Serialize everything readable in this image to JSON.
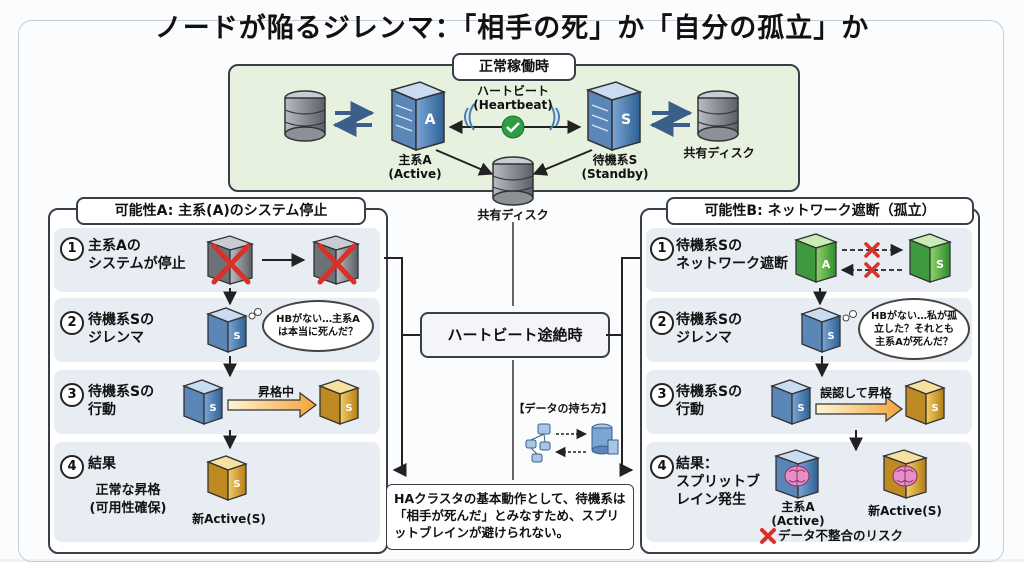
{
  "title": "ノードが陥るジレンマ：「相手の死」か「自分の孤立」か",
  "normal": {
    "header": "正常稼働時",
    "heartbeat_label_1": "ハートビート",
    "heartbeat_label_2": "(Heartbeat)",
    "primary_label_1": "主系A",
    "primary_label_2": "(Active)",
    "standby_label_1": "待機系S",
    "standby_label_2": "(Standby)",
    "shared_disk_right": "共有ディスク",
    "shared_disk_bottom": "共有ディスク",
    "node_a_letter": "A",
    "node_s_letter": "S"
  },
  "center": {
    "heartbeat_lost": "ハートビート途絶時",
    "data_caption": "【データの持ち方】",
    "note": "HAクラスタの基本動作として、待機系は「相手が死んだ」とみなすため、スプリットブレインが避けられない。"
  },
  "left": {
    "header": "可能性A: 主系(A)のシステム停止",
    "steps": [
      {
        "num": "1",
        "line1": "主系Aの",
        "line2": "システムが停止"
      },
      {
        "num": "2",
        "line1": "待機系Sの",
        "line2": "ジレンマ"
      },
      {
        "num": "3",
        "line1": "待機系Sの",
        "line2": "行動"
      },
      {
        "num": "4",
        "line1": "結果",
        "line2": ""
      }
    ],
    "bubble": "HBがない…主系Aは本当に死んだ？",
    "promote_label": "昇格中",
    "result_line1": "正常な昇格",
    "result_line2": "(可用性確保)",
    "new_active": "新Active(S)"
  },
  "right": {
    "header": "可能性B: ネットワーク遮断（孤立）",
    "steps": [
      {
        "num": "1",
        "line1": "待機系Sの",
        "line2": "ネットワーク遮断"
      },
      {
        "num": "2",
        "line1": "待機系Sの",
        "line2": "ジレンマ"
      },
      {
        "num": "3",
        "line1": "待機系Sの",
        "line2": "行動"
      },
      {
        "num": "4",
        "line1": "結果：",
        "line2": "スプリットブ"
      }
    ],
    "step4_line3": "レイン発生",
    "bubble": "HBがない…私が孤立した？それとも主系Aが死んだ？",
    "promote_label": "誤認して昇格",
    "primary_label_1": "主系A",
    "primary_label_2": "(Active)",
    "new_active": "新Active(S)",
    "risk": "データ不整合のリスク"
  },
  "colors": {
    "top_panel": "#e7f1e0",
    "server_blue": "#4a7fb5",
    "server_gold": "#d9a53a",
    "server_green": "#4caf50",
    "arrow_orange": "#f2a43a",
    "cross_red": "#d9302a",
    "check_green": "#2e9e44"
  }
}
